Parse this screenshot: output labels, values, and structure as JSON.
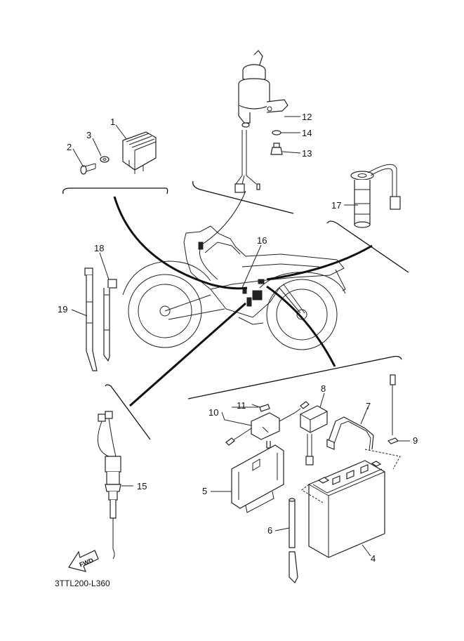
{
  "diagram_code": "3TTL200-L360",
  "fwd_label": "FWD",
  "callouts": {
    "c1": "1",
    "c2": "2",
    "c3": "3",
    "c4": "4",
    "c5": "5",
    "c6": "6",
    "c7": "7",
    "c8": "8",
    "c9": "9",
    "c10": "10",
    "c11": "11",
    "c12": "12",
    "c13": "13",
    "c14": "14",
    "c15": "15",
    "c16": "16",
    "c17": "17",
    "c18": "18",
    "c19": "19"
  }
}
